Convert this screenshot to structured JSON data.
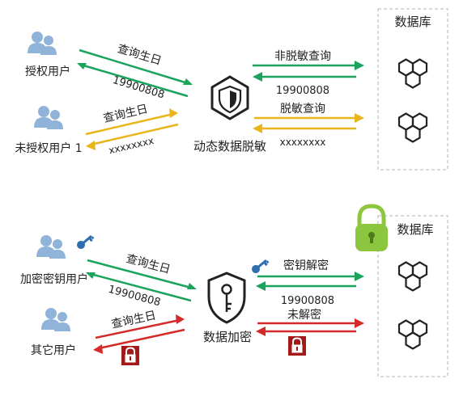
{
  "colors": {
    "green": "#1aa35a",
    "yellow": "#e8b51a",
    "red": "#d42a2a",
    "user_blue": "#8fb3d9",
    "icon_gray": "#3a3a3a",
    "key_blue": "#2f6fb0",
    "lock_red": "#a3191a",
    "lock_green": "#8cc63f",
    "box_border": "#b5b5b5"
  },
  "top": {
    "db_title": "数据库",
    "authorized_user": "授权用户",
    "unauthorized_user": "未授权用户 1",
    "center_label": "动态数据脱敏",
    "left_arrows": {
      "query_auth": "查询生日",
      "reply_auth": "19900808",
      "query_unauth": "查询生日",
      "reply_unauth": "xxxxxxxx"
    },
    "right_arrows": {
      "nondesens_query": "非脱敏查询",
      "nondesens_reply": "19900808",
      "desens_query": "脱敏查询",
      "desens_reply": "xxxxxxxx"
    },
    "icons": [
      "user-group-icon",
      "shield-icon",
      "database-hex-icon"
    ]
  },
  "bottom": {
    "db_title": "数据库",
    "key_user": "加密密钥用户",
    "other_user": "其它用户",
    "center_label": "数据加密",
    "left_arrows": {
      "query_key": "查询生日",
      "reply_key": "19900808",
      "query_other": "查询生日"
    },
    "right_arrows": {
      "key_decrypt": "密钥解密",
      "key_reply": "19900808",
      "not_decrypted": "未解密"
    },
    "icons": [
      "user-group-icon",
      "key-icon",
      "shield-key-icon",
      "lock-icon",
      "database-hex-icon"
    ]
  }
}
